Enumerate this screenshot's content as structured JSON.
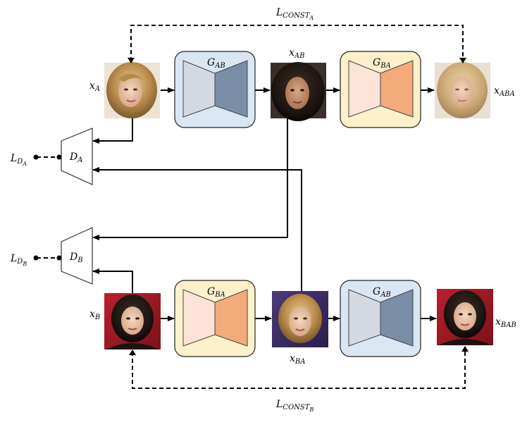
{
  "labels": {
    "x_a": "x",
    "x_a_sub": "A",
    "x_ab": "x",
    "x_ab_sub": "AB",
    "x_aba": "x",
    "x_aba_sub": "ABA",
    "x_b": "x",
    "x_b_sub": "B",
    "x_ba": "x",
    "x_ba_sub": "BA",
    "x_bab": "x",
    "x_bab_sub": "BAB",
    "g_ab_top": "G",
    "g_ab_top_sub": "AB",
    "g_ba_top": "G",
    "g_ba_top_sub": "BA",
    "g_ba_bottom": "G",
    "g_ba_bottom_sub": "BA",
    "g_ab_bottom": "G",
    "g_ab_bottom_sub": "AB",
    "d_a": "D",
    "d_a_sub": "A",
    "d_b": "D",
    "d_b_sub": "B",
    "l_d_a": "L",
    "l_d_a_sub": "D",
    "l_d_a_subsub": "A",
    "l_d_b": "L",
    "l_d_b_sub": "D",
    "l_d_b_subsub": "B",
    "l_const_a": "L",
    "l_const_a_sub": "CONST",
    "l_const_a_subsub": "A",
    "l_const_b": "L",
    "l_const_b_sub": "CONST",
    "l_const_b_subsub": "B"
  },
  "colors": {
    "gen_ab_fill": "#dbe6f3",
    "gen_ba_fill": "#fdf1cc",
    "gen_ab_left": "#d3d8e1",
    "gen_ab_right": "#7b8ea8",
    "gen_ba_left": "#fde3d6",
    "gen_ba_right": "#f3ab7c"
  }
}
